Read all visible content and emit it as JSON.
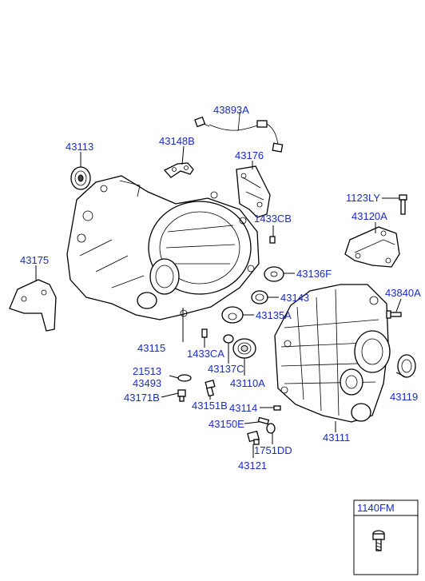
{
  "diagram": {
    "labels": {
      "p43893A": "43893A",
      "p43148B": "43148B",
      "p43113": "43113",
      "p43176": "43176",
      "p1123LY": "1123LY",
      "p1433CB": "1433CB",
      "p43120A": "43120A",
      "p43175": "43175",
      "p43136F": "43136F",
      "p43143": "43143",
      "p43840A": "43840A",
      "p43135A": "43135A",
      "p43115": "43115",
      "p1433CA": "1433CA",
      "p43137C": "43137C",
      "p21513": "21513",
      "p43493": "43493",
      "p43110A": "43110A",
      "p43119": "43119",
      "p43171B": "43171B",
      "p43151B": "43151B",
      "p43114": "43114",
      "p43111": "43111",
      "p43150E": "43150E",
      "p1751DD": "1751DD",
      "p43121": "43121"
    },
    "legend_box": {
      "label": "1140FM"
    }
  }
}
